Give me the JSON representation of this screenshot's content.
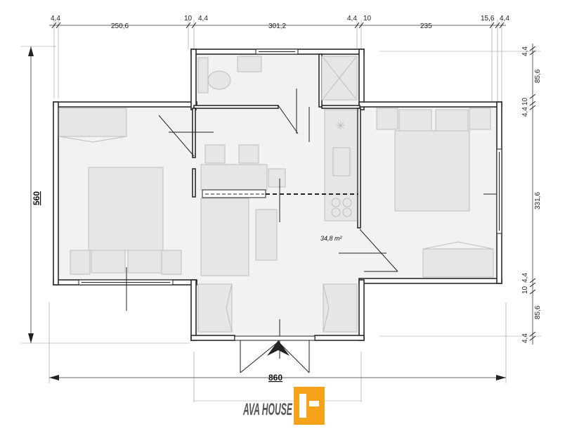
{
  "dimensions": {
    "top": [
      "4,4",
      "250,6",
      "10",
      "4,4",
      "301,2",
      "4,4",
      "10",
      "235",
      "15,6",
      "4,4"
    ],
    "right": [
      "4,4",
      "85,6",
      "10",
      "4,4",
      "331,6",
      "4,4",
      "10",
      "85,6",
      "4,4"
    ],
    "height": "560",
    "width": "860"
  },
  "area_label": "34,8 m²",
  "logo": {
    "text": "AVA HOUSE",
    "color_primary": "#f7a21b",
    "color_secondary": "#555555"
  }
}
